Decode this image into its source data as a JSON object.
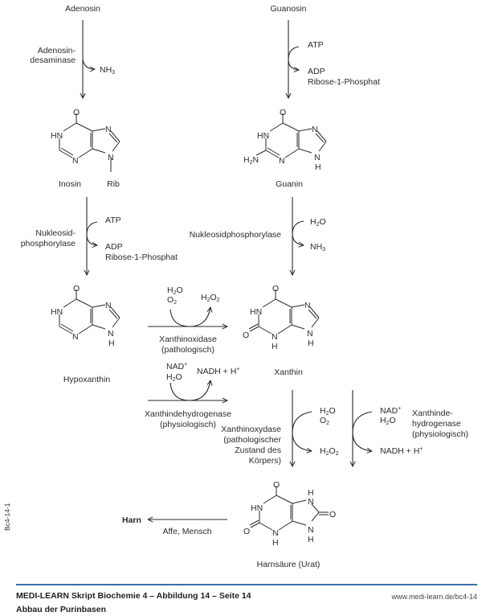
{
  "compounds": {
    "adenosin": "Adenosin",
    "guanosin": "Guanosin",
    "inosin": "Inosin",
    "rib": "Rib",
    "guanin": "Guanin",
    "hypoxanthin": "Hypoxanthin",
    "xanthin": "Xanthin",
    "harnsaeure": "Harnsäure (Urat)",
    "harn": "Harn"
  },
  "enzymes": {
    "adenosin_desaminase_1": "Adenosin-",
    "adenosin_desaminase_2": "desaminase",
    "nukleosid_phos_1": "Nukleosid-",
    "nukleosid_phos_2": "phosphorylase",
    "nukleosidphosphorylase": "Nukleosidphosphorylase",
    "xanthinoxidase_1": "Xanthinoxidase",
    "xanthinoxidase_2": "(pathologisch)",
    "xanthindehydrogenase_1": "Xanthindehydrogenase",
    "xanthindehydrogenase_2": "(physiologisch)",
    "xanthinoxydase_1": "Xanthinoxydase",
    "xanthinoxydase_2": "(pathologischer",
    "xanthinoxydase_3": "Zustand des",
    "xanthinoxydase_4": "Körpers)",
    "xanthinde_1": "Xanthinde-",
    "xanthinde_2": "hydrogenase",
    "xanthinde_3": "(physiologisch)",
    "affe_mensch": "Affe, Mensch"
  },
  "cofactors": {
    "nh": "NH",
    "sub3": "3",
    "sub2": "2",
    "atp": "ATP",
    "adp": "ADP",
    "ribose_phosphat": "Ribose-1-Phosphat",
    "h": "H",
    "o": "O",
    "nad": "NAD",
    "plus": "+",
    "nadh": "NADH + H"
  },
  "atoms": {
    "O": "O",
    "N": "N",
    "HN": "HN",
    "H": "H",
    "H2N_H": "H",
    "H2N_N": "N"
  },
  "side_code": "Bc4-14-1",
  "footer": {
    "title": "MEDI-LEARN Skript Biochemie 4 – Abbildung 14 – Seite 14",
    "subtitle": "Abbau der Purinbasen",
    "url": "www.medi-learn.de/bc4-14"
  },
  "colors": {
    "rule": "#3a6fa8",
    "ink": "#2a2a2a"
  }
}
